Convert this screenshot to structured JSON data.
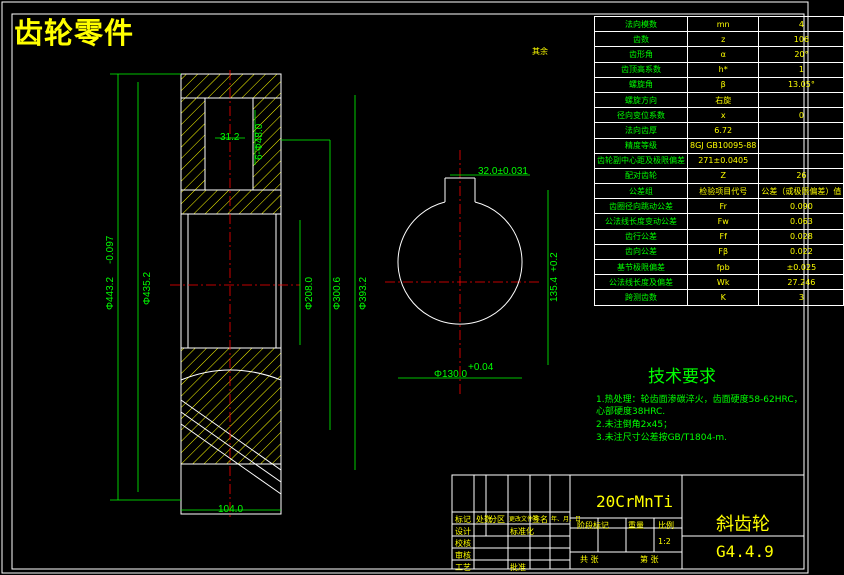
{
  "title": "齿轮零件",
  "corner_note": "其余",
  "dimensions": {
    "d1": "31.2",
    "d2": "6-Φ48.0",
    "od": "Φ443.2",
    "od_tol": "-0.097",
    "d3": "Φ435.2",
    "d4": "Φ208.0",
    "d5": "Φ300.6",
    "d6": "Φ393.2",
    "width": "104.0",
    "key_width": "32.0±0.031",
    "key_depth": "135.4",
    "key_depth_tol": "+0.2",
    "bore": "Φ130.0",
    "bore_tol": "+0.04"
  },
  "params": [
    {
      "name": "法向模数",
      "sym": "mn",
      "val": "4"
    },
    {
      "name": "齿数",
      "sym": "z",
      "val": "106"
    },
    {
      "name": "齿形角",
      "sym": "α",
      "val": "20°"
    },
    {
      "name": "齿顶高系数",
      "sym": "h*",
      "val": "1"
    },
    {
      "name": "螺旋角",
      "sym": "β",
      "val": "13.05°"
    },
    {
      "name": "螺旋方向",
      "sym": "右旋",
      "val": ""
    },
    {
      "name": "径向变位系数",
      "sym": "x",
      "val": "0"
    },
    {
      "name": "法向齿厚",
      "sym": "6.72",
      "val": ""
    },
    {
      "name": "精度等级",
      "sym": "8GJ GB10095-88",
      "val": ""
    },
    {
      "name": "齿轮副中心距及极限偏差",
      "sym": "271±0.0405",
      "val": ""
    },
    {
      "name": "配对齿轮",
      "sym": "Z",
      "val": "26"
    },
    {
      "name": "公差组",
      "sym": "检验项目代号",
      "val": "公差（或极限偏差）值"
    },
    {
      "name": "齿圈径向跳动公差",
      "sym": "Fr",
      "val": "0.090"
    },
    {
      "name": "公法线长度变动公差",
      "sym": "Fw",
      "val": "0.063"
    },
    {
      "name": "齿行公差",
      "sym": "Ff",
      "val": "0.028"
    },
    {
      "name": "齿向公差",
      "sym": "Fβ",
      "val": "0.022"
    },
    {
      "name": "基节极限偏差",
      "sym": "fpb",
      "val": "±0.025"
    },
    {
      "name": "公法线长度及偏差",
      "sym": "Wk",
      "val": "27.246"
    },
    {
      "name": "跨测齿数",
      "sym": "K",
      "val": "3"
    }
  ],
  "tech": {
    "heading": "技术要求",
    "notes": [
      "1.热处理：轮齿面渗碳淬火，齿面硬度58-62HRC，",
      "  心部硬度38HRC.",
      "2.未注倒角2x45；",
      "3.未注尺寸公差按GB/T1804-m."
    ]
  },
  "title_block": {
    "material": "20CrMnTi",
    "part_name": "斜齿轮",
    "drawing_no": "G4.4.9",
    "scale_label": "比例",
    "scale": "1:2",
    "weight_label": "重量",
    "stage_label": "阶段标记",
    "sheet_total": "共 张",
    "sheet_no": "第 张",
    "row_labels": [
      "标记",
      "处数",
      "分区",
      "更改文件号",
      "签名",
      "年、月、日"
    ],
    "design": "设计",
    "standard": "标准化",
    "review": "审核",
    "craft": "工艺",
    "approve": "批准",
    "check": "校核"
  }
}
